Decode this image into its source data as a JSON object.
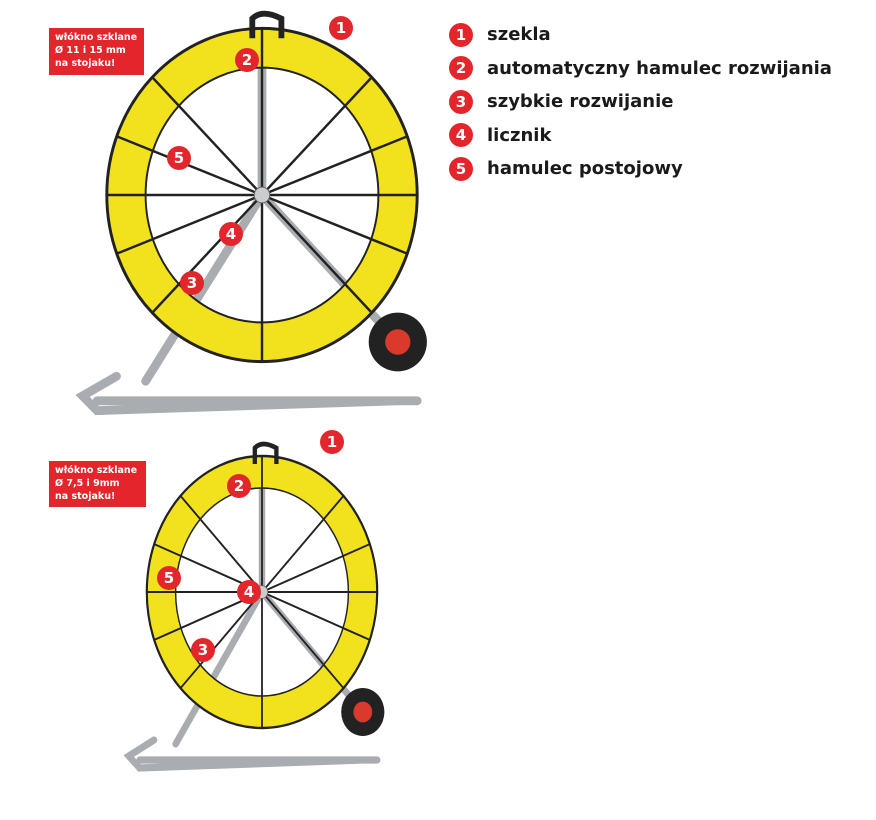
{
  "legend": [
    {
      "num": "1",
      "label": "szekla"
    },
    {
      "num": "2",
      "label": "automatyczny hamulec rozwijania"
    },
    {
      "num": "3",
      "label": "szybkie rozwijanie"
    },
    {
      "num": "4",
      "label": "licznik"
    },
    {
      "num": "5",
      "label": "hamulec postojowy"
    }
  ],
  "product_top": {
    "badge": [
      "włókno szklane",
      "Ø 11 i 15 mm",
      "na stojaku!"
    ],
    "callouts": [
      "1",
      "2",
      "3",
      "4",
      "5"
    ]
  },
  "product_bottom": {
    "badge": [
      "włókno szklane",
      "Ø 7,5 i 9mm",
      "na stojaku!"
    ],
    "callouts": [
      "1",
      "2",
      "3",
      "4",
      "5"
    ]
  },
  "colors": {
    "accent": "#e3262b",
    "rod": "#f2e21e",
    "frame": "#b8bcc0"
  }
}
